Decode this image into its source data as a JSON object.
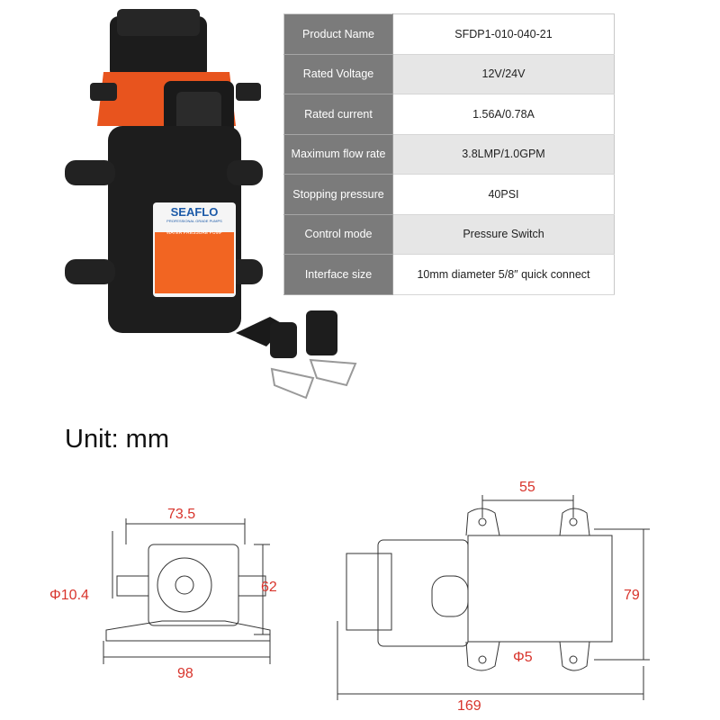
{
  "specs": [
    {
      "label": "Product Name",
      "value": "SFDP1-010-040-21"
    },
    {
      "label": "Rated Voltage",
      "value": "12V/24V"
    },
    {
      "label": "Rated current",
      "value": "1.56A/0.78A"
    },
    {
      "label": "Maximum flow rate",
      "value": "3.8LMP/1.0GPM"
    },
    {
      "label": "Stopping pressure",
      "value": "40PSI"
    },
    {
      "label": "Control mode",
      "value": "Pressure Switch"
    },
    {
      "label": "Interface size",
      "value": "10mm diameter 5/8″  quick connect"
    }
  ],
  "product_label": {
    "brand": "SEAFLO",
    "tagline": "PROFESSIONAL GRADE PUMPS",
    "title": "WATER PRESSURE PUMP"
  },
  "unit_title": "Unit: mm",
  "front_view": {
    "width": "73.5",
    "height": "62",
    "port_diameter": "Φ10.4",
    "base_width": "98"
  },
  "side_view": {
    "hole_spacing": "55",
    "height": "79",
    "hole_diameter": "Φ5",
    "length": "169"
  },
  "colors": {
    "accent": "#f26522",
    "dimension": "#d8342c",
    "table_header": "#7b7b7b"
  }
}
